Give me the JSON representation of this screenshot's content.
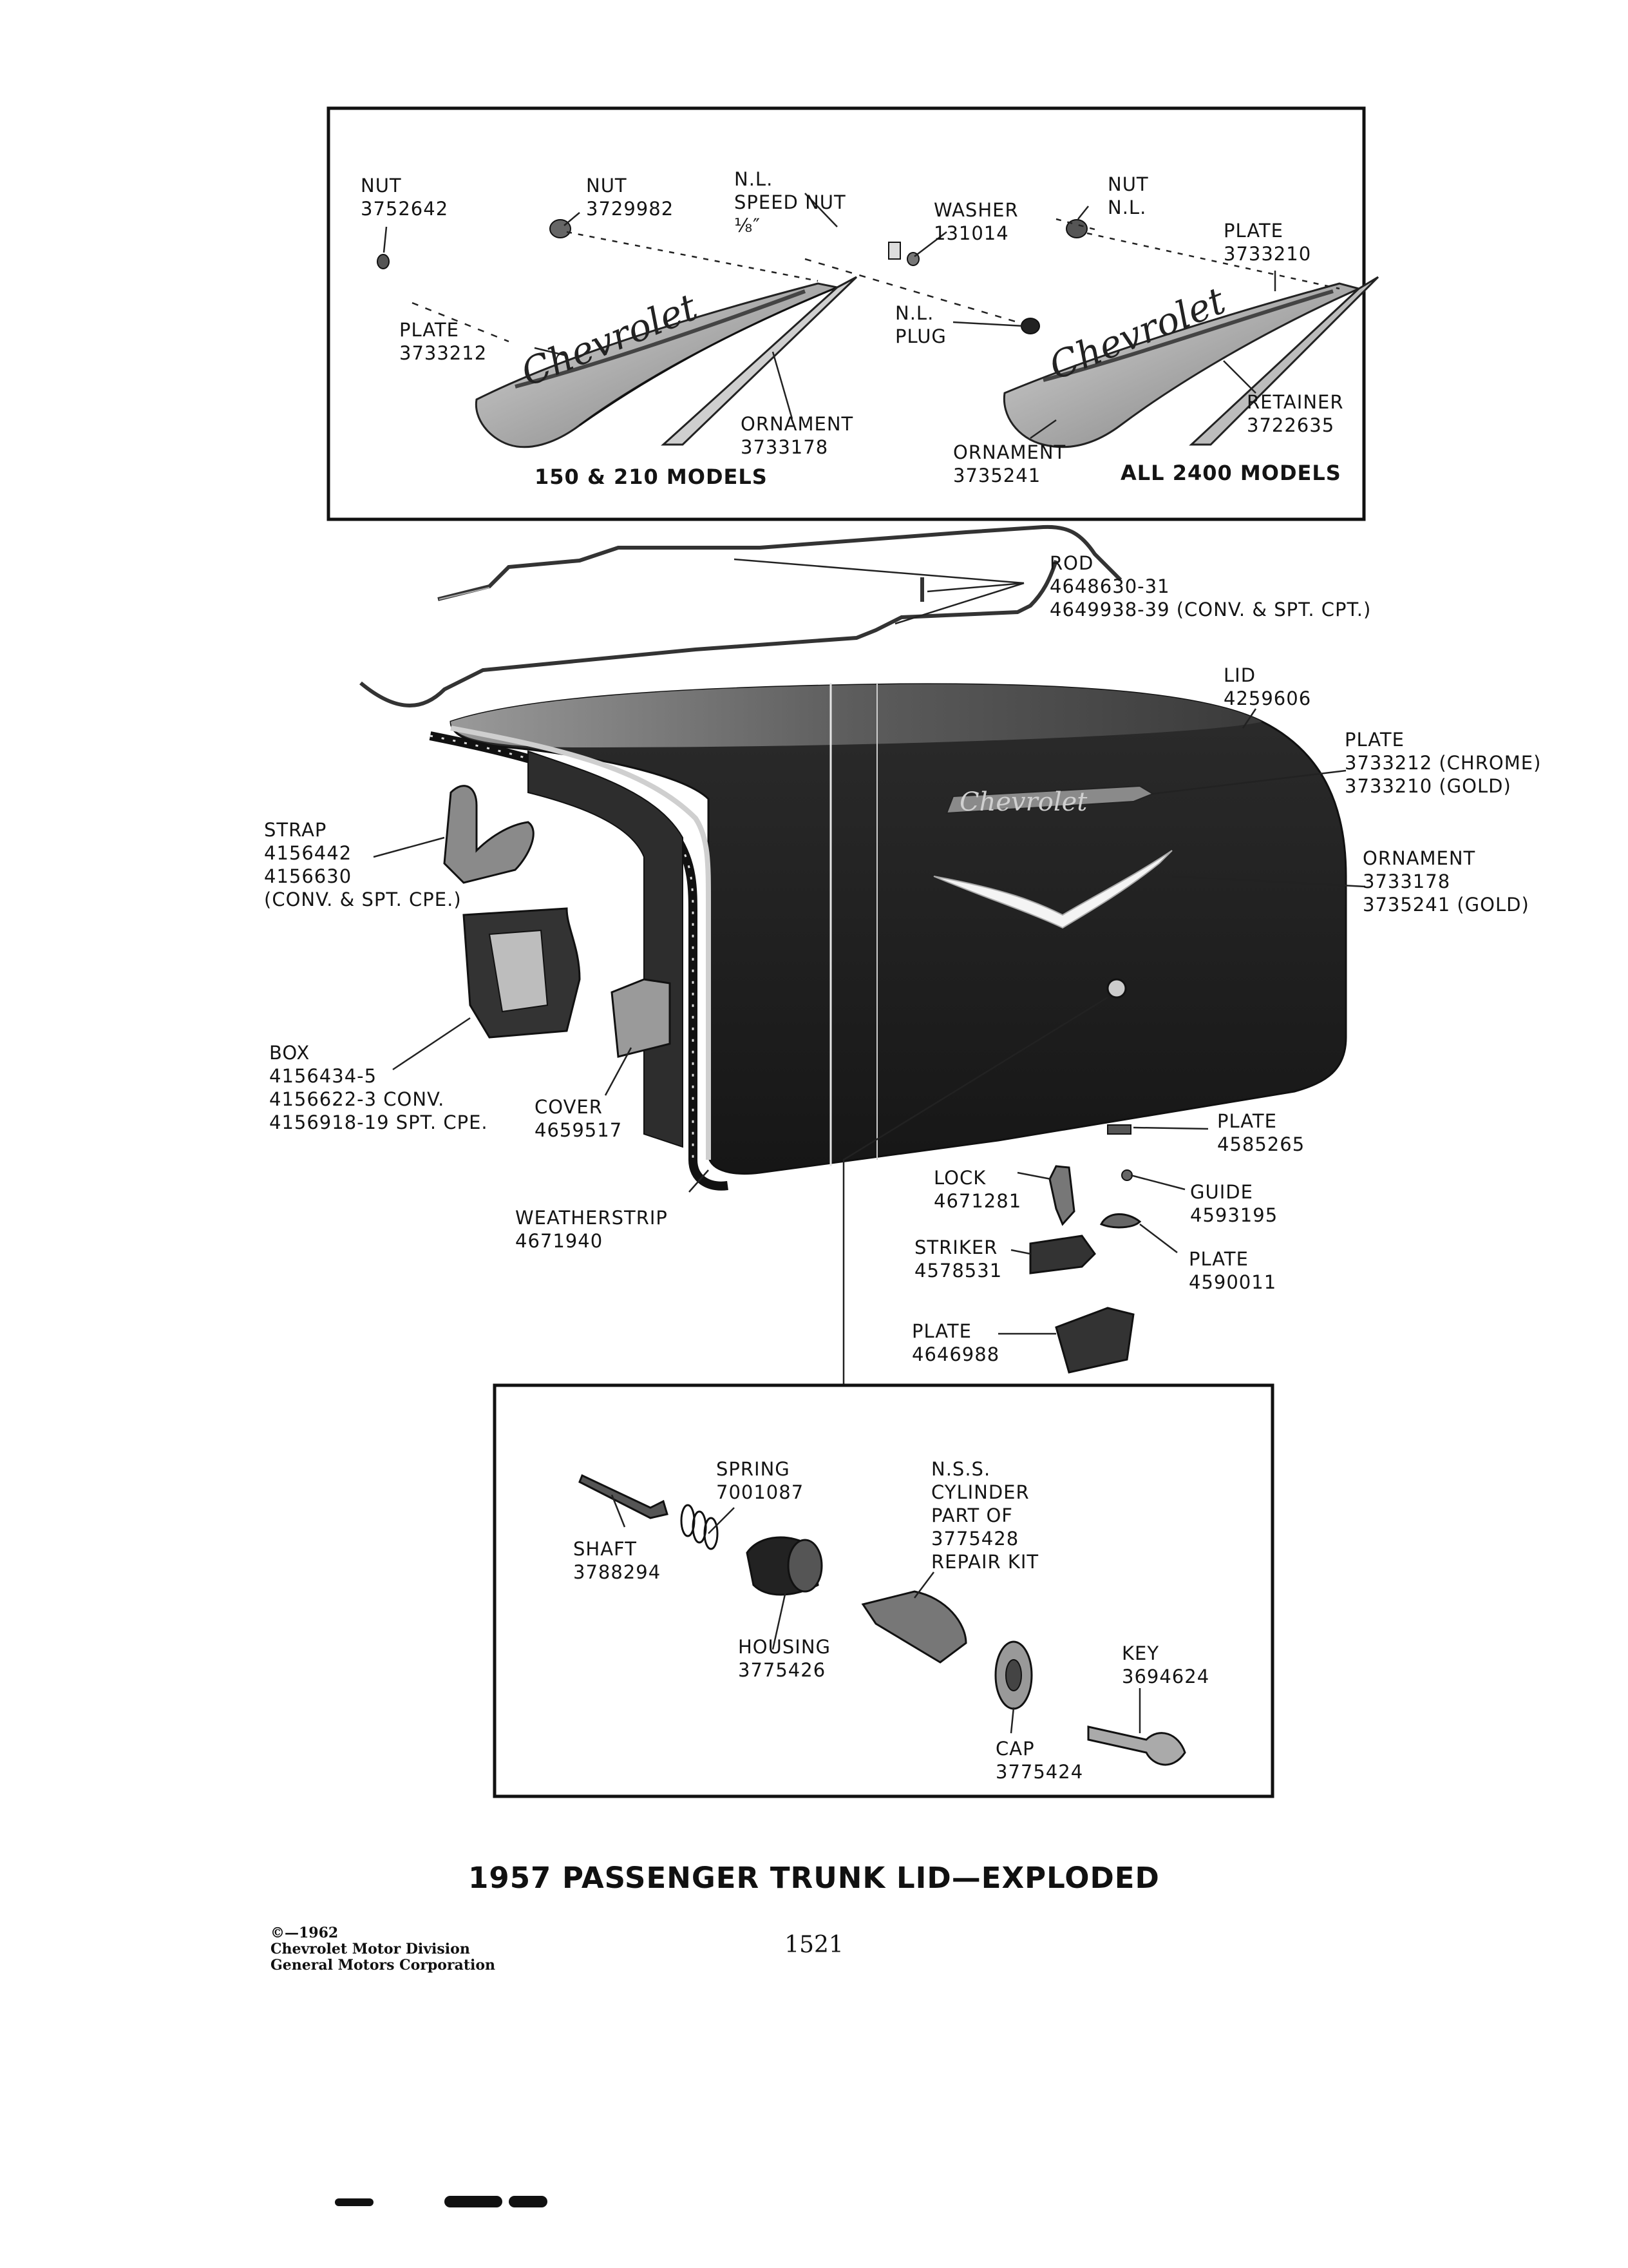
{
  "title": "1957 PASSENGER TRUNK LID—EXPLODED",
  "page_number": "1521",
  "copyright": {
    "year": "©—1962",
    "line1": "Chevrolet Motor Division",
    "line2": "General Motors Corporation"
  },
  "top_inset": {
    "left_models": "150 & 210 MODELS",
    "right_models": "ALL 2400 MODELS",
    "labels": {
      "nut_a": [
        "NUT",
        "3752642"
      ],
      "nut_b": [
        "NUT",
        "3729982"
      ],
      "speed_nut": [
        "N.L.",
        "SPEED NUT",
        "⅛″"
      ],
      "washer": [
        "WASHER",
        "131014"
      ],
      "nut_nl": [
        "NUT",
        "N.L."
      ],
      "plate_right": [
        "PLATE",
        "3733210"
      ],
      "plate_left": [
        "PLATE",
        "3733212"
      ],
      "nl_plug": [
        "N.L.",
        "PLUG"
      ],
      "ornament_left": [
        "ORNAMENT",
        "3733178"
      ],
      "ornament_right": [
        "ORNAMENT",
        "3735241"
      ],
      "retainer": [
        "RETAINER",
        "3722635"
      ]
    }
  },
  "main": {
    "labels": {
      "rod": [
        "ROD",
        "4648630-31",
        "4649938-39 (CONV. & SPT. CPT.)"
      ],
      "lid": [
        "LID",
        "4259606"
      ],
      "plate_lid": [
        "PLATE",
        "3733212 (CHROME)",
        "3733210 (GOLD)"
      ],
      "ornament_lid": [
        "ORNAMENT",
        "3733178",
        "3735241 (GOLD)"
      ],
      "strap": [
        "STRAP",
        "4156442",
        "4156630",
        "(CONV. & SPT. CPE.)"
      ],
      "box": [
        "BOX",
        "4156434-5",
        "4156622-3 CONV.",
        "4156918-19 SPT. CPE."
      ],
      "cover": [
        "COVER",
        "4659517"
      ],
      "weatherstrip": [
        "WEATHERSTRIP",
        "4671940"
      ],
      "plate_4585265": [
        "PLATE",
        "4585265"
      ],
      "lock": [
        "LOCK",
        "4671281"
      ],
      "guide": [
        "GUIDE",
        "4593195"
      ],
      "striker": [
        "STRIKER",
        "4578531"
      ],
      "plate_4590011": [
        "PLATE",
        "4590011"
      ],
      "plate_4646988": [
        "PLATE",
        "4646988"
      ]
    }
  },
  "bottom_inset": {
    "labels": {
      "spring": [
        "SPRING",
        "7001087"
      ],
      "cylinder": [
        "N.S.S.",
        "CYLINDER",
        "PART OF",
        "3775428",
        "REPAIR KIT"
      ],
      "shaft": [
        "SHAFT",
        "3788294"
      ],
      "housing": [
        "HOUSING",
        "3775426"
      ],
      "key": [
        "KEY",
        "3694624"
      ],
      "cap": [
        "CAP",
        "3775424"
      ]
    }
  },
  "emblem_script": "Chevrolet",
  "colors": {
    "ink": "#141414",
    "lid_dark": "#1a1a1a",
    "highlight": "#f4f4f4",
    "paper": "#ffffff"
  }
}
